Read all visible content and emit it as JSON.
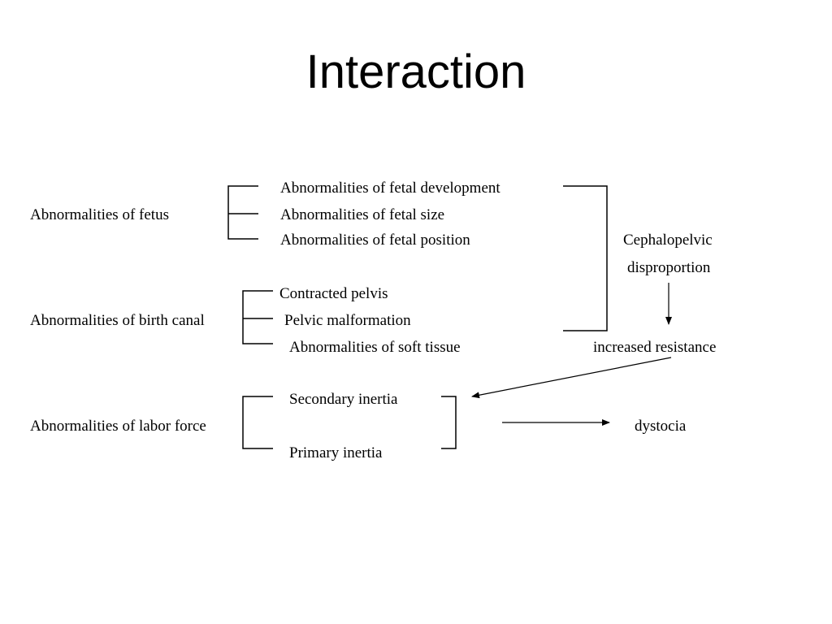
{
  "title": "Interaction",
  "fetus": {
    "label": "Abnormalities of fetus",
    "items": [
      "Abnormalities of fetal development",
      "Abnormalities of fetal size",
      "Abnormalities of fetal position"
    ]
  },
  "birth_canal": {
    "label": "Abnormalities of birth canal",
    "items": [
      "Contracted pelvis",
      "Pelvic malformation",
      "Abnormalities of soft tissue"
    ]
  },
  "labor_force": {
    "label": "Abnormalities of labor force",
    "items": [
      "Secondary inertia",
      "Primary inertia"
    ]
  },
  "outcomes": {
    "cpd_line1": "Cephalopelvic",
    "cpd_line2": "disproportion",
    "increased_resistance": "increased resistance",
    "dystocia": "dystocia"
  }
}
